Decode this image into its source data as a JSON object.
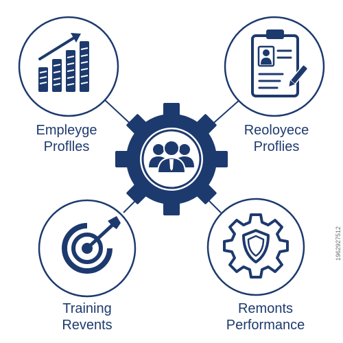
{
  "colors": {
    "primary": "#1d3a6e",
    "background": "#ffffff"
  },
  "center": {
    "icon": "team-gear-icon"
  },
  "nodes": [
    {
      "id": "top-left",
      "icon": "bar-chart-growth-icon",
      "line1": "Empleyge",
      "line2": "Proflles"
    },
    {
      "id": "top-right",
      "icon": "clipboard-profile-icon",
      "line1": "Reoloyece",
      "line2": "Proflies"
    },
    {
      "id": "bottom-left",
      "icon": "target-arrow-icon",
      "line1": "Training",
      "line2": "Revents"
    },
    {
      "id": "bottom-right",
      "icon": "gear-shield-icon",
      "line1": "Remonts",
      "line2": "Performance"
    }
  ],
  "watermark": "1962927512"
}
